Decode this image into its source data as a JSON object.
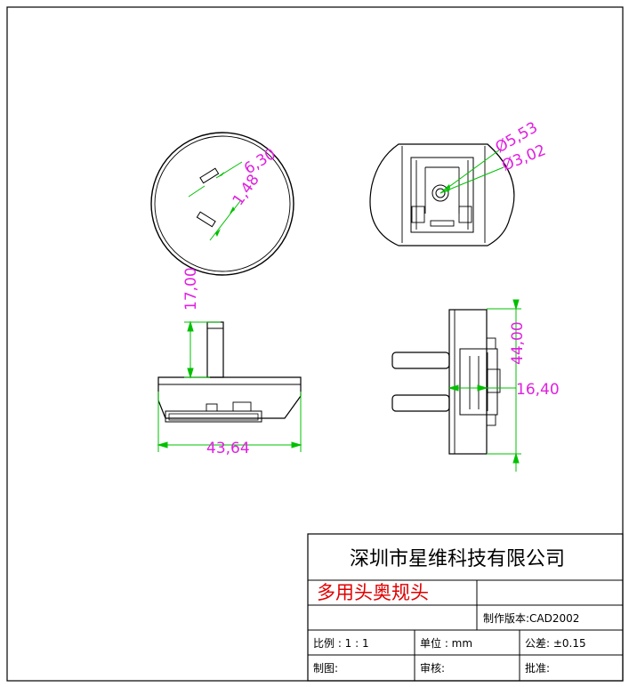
{
  "dimensions": {
    "slot_width": "6,30",
    "slot_gap": "1,48",
    "hole_outer": "Ø5,53",
    "hole_inner": "Ø3,02",
    "pin_length": "17,00",
    "body_width": "43,64",
    "height": "44,00",
    "depth": "16,40"
  },
  "title_block": {
    "company": "深圳市星维科技有限公司",
    "part_name": "多用头奥规头",
    "version_label": "制作版本:CAD2002",
    "scale_label": "比例 : 1 : 1",
    "unit_label": "单位 : mm",
    "tolerance_label": "公差: ±0.15",
    "drawn_by_label": "制图:",
    "checked_by_label": "审核:",
    "approved_by_label": "批准:"
  },
  "colors": {
    "dimension": "#e020e0",
    "extension": "#00c000",
    "outline": "#000000",
    "part_name": "#e00000"
  }
}
